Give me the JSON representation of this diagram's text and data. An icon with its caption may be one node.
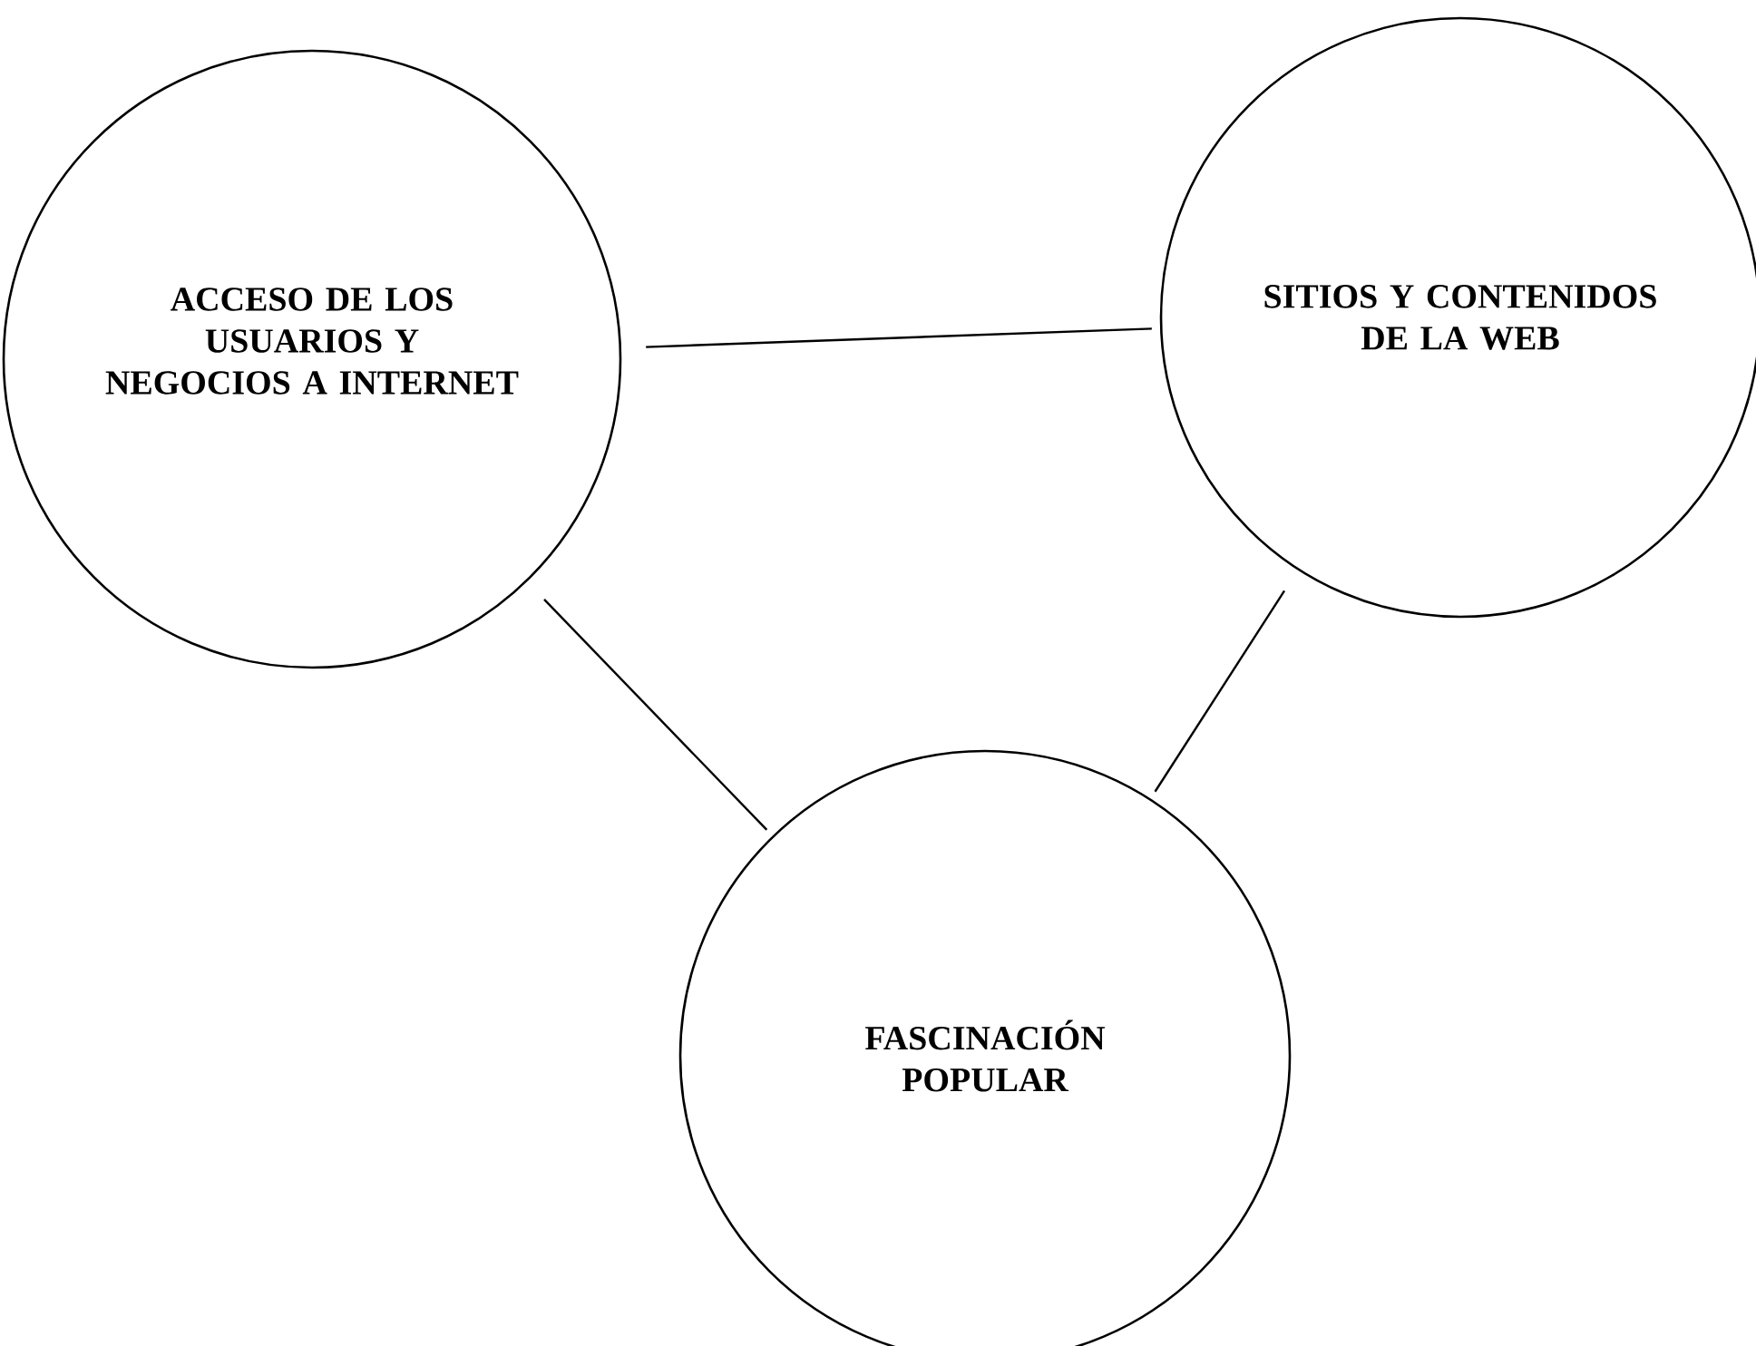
{
  "diagram": {
    "nodes": [
      {
        "text": [
          "ACCESO DE LOS USUARIOS Y NEGOCIOS A INTERNET"
        ]
      },
      {
        "text": [
          "SITIOS Y CONTENIDOS DE LA WEB"
        ]
      },
      {
        "text": [
          "FASCINACIÓN POPULAR"
        ]
      }
    ],
    "edges": [
      {
        "from": 0,
        "to": 1,
        "arrow": "none"
      },
      {
        "from": 0,
        "to": 2,
        "arrow": "none"
      },
      {
        "from": 1,
        "to": 2,
        "arrow": "none"
      }
    ]
  }
}
